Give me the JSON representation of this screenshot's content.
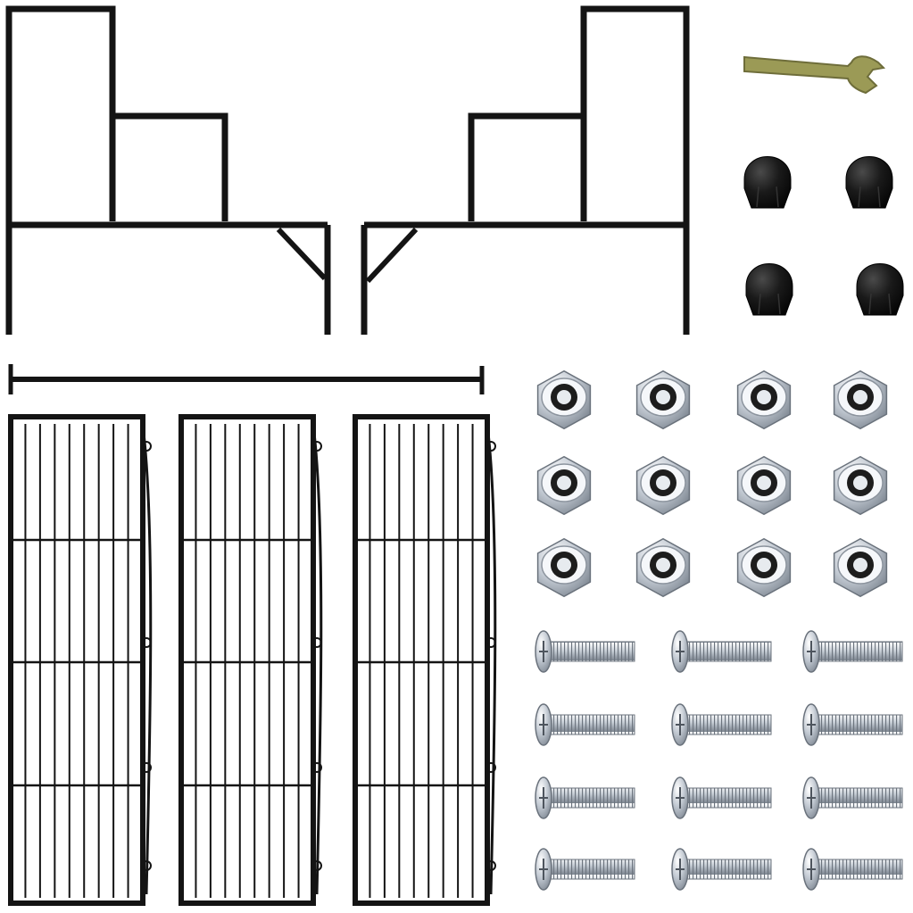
{
  "image": {
    "background": "#ffffff",
    "contents": {
      "side_frames": 2,
      "crossbar": 1,
      "wire_shelves": 3,
      "wrench": 1,
      "cap_nuts": 4,
      "lock_nuts": 12,
      "screws": 12
    },
    "colors": {
      "frame": "#141414",
      "wrench": "#9a9a55",
      "cap_nut": "#161616",
      "metal_light": "#eef1f5",
      "metal_mid": "#b9c0c9",
      "metal_dark": "#6e7681",
      "nylon_insert": "#202020"
    }
  }
}
